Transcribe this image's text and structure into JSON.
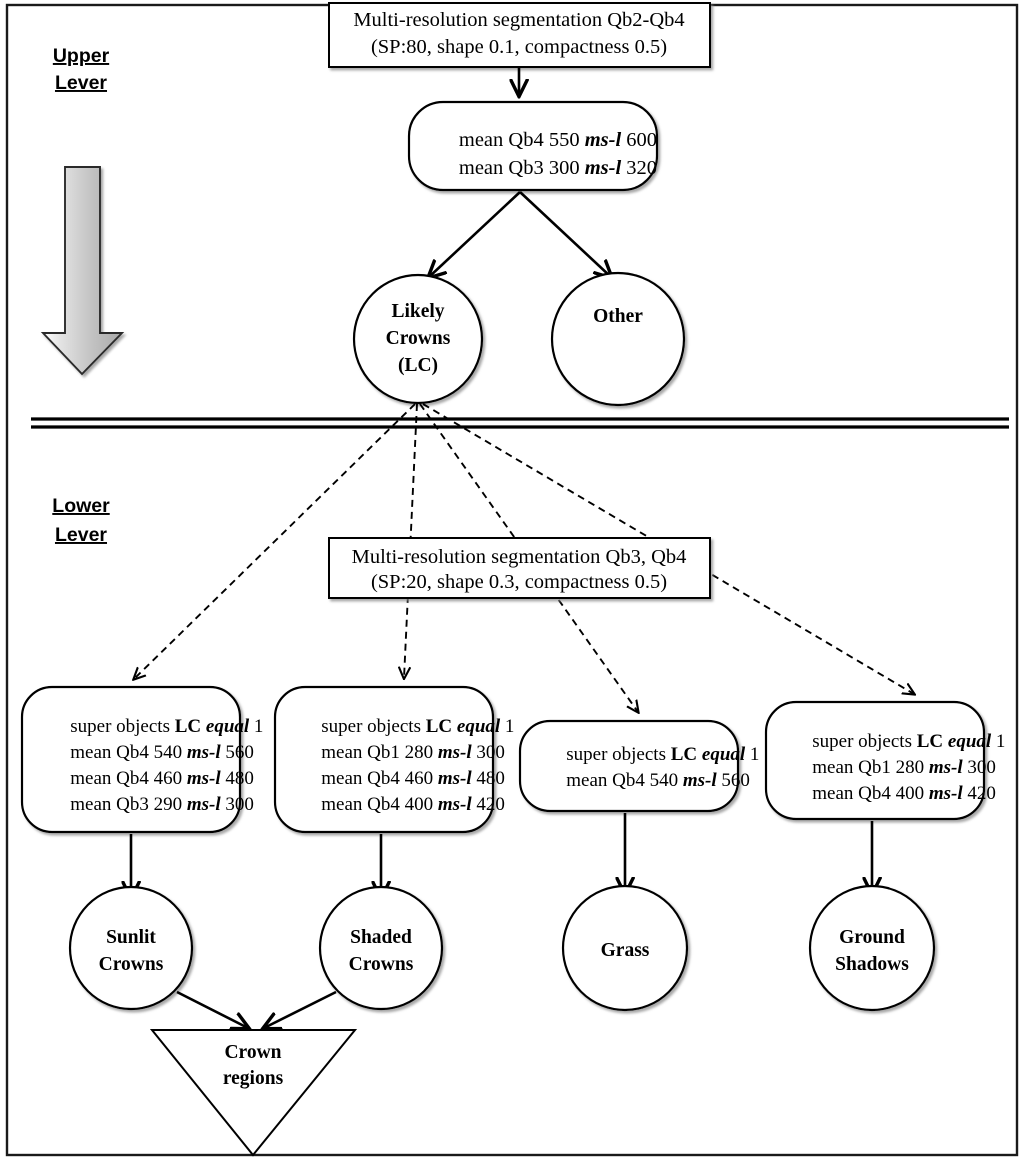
{
  "figure": {
    "type": "flowchart",
    "title_present": false,
    "levels": [
      {
        "id": "upper",
        "label_line1": "Upper",
        "label_line2": "Lever"
      },
      {
        "id": "lower",
        "label_line1": "Lower",
        "label_line2": "Lever"
      }
    ],
    "level_arrow": {
      "name": "downward-gradient-arrow",
      "direction": "down",
      "fill_top": "#f2f2f2",
      "fill_bottom": "#9a9a9a"
    }
  },
  "upper": {
    "segmentation_box": {
      "line1": "Multi-resolution segmentation Qb2-Qb4",
      "line2": "(SP:80, shape 0.1, compactness 0.5)"
    },
    "rule_box": {
      "rows": [
        {
          "pre": "mean Qb4 550 ",
          "em": "ms-l",
          "post": " 600"
        },
        {
          "pre": "mean Qb3 300 ",
          "em": "ms-l",
          "post": " 320"
        }
      ]
    },
    "classes": [
      {
        "id": "likely-crowns",
        "lines": [
          "Likely",
          "Crowns",
          "(LC)"
        ]
      },
      {
        "id": "other",
        "lines": [
          "Other"
        ]
      }
    ]
  },
  "lower": {
    "segmentation_box": {
      "line1": "Multi-resolution segmentation Qb3, Qb4",
      "line2": "(SP:20, shape 0.3, compactness 0.5)"
    },
    "rule_boxes": [
      {
        "id": "sunlit-rules",
        "rows": [
          {
            "pre": "super objects ",
            "strong": "LC",
            "emph": " equal",
            "post": " 1"
          },
          {
            "pre": "mean Qb4 540 ",
            "em": "ms-l",
            "post": " 560"
          },
          {
            "pre": "mean Qb4 460 ",
            "em": "ms-l",
            "post": " 480"
          },
          {
            "pre": "mean Qb3 290 ",
            "em": "ms-l",
            "post": " 300"
          }
        ]
      },
      {
        "id": "shaded-rules",
        "rows": [
          {
            "pre": "super objects ",
            "strong": "LC",
            "emph": " equal",
            "post": " 1"
          },
          {
            "pre": "mean Qb1 280 ",
            "em": "ms-l",
            "post": " 300"
          },
          {
            "pre": "mean Qb4 460 ",
            "em": "ms-l",
            "post": " 480"
          },
          {
            "pre": "mean Qb4 400 ",
            "em": "ms-l",
            "post": " 420"
          }
        ]
      },
      {
        "id": "grass-rules",
        "rows": [
          {
            "pre": "super objects ",
            "strong": "LC",
            "emph": " equal",
            "post": " 1"
          },
          {
            "pre": "mean Qb4 540 ",
            "em": "ms-l",
            "post": " 560"
          }
        ]
      },
      {
        "id": "ground-shadow-rules",
        "rows": [
          {
            "pre": "super objects ",
            "strong": "LC",
            "emph": " equal",
            "post": " 1"
          },
          {
            "pre": "mean Qb1 280 ",
            "em": "ms-l",
            "post": " 300"
          },
          {
            "pre": "mean Qb4 400 ",
            "em": "ms-l",
            "post": " 420"
          }
        ]
      }
    ],
    "classes": [
      {
        "id": "sunlit-crowns",
        "lines": [
          "Sunlit",
          "Crowns"
        ]
      },
      {
        "id": "shaded-crowns",
        "lines": [
          "Shaded",
          "Crowns"
        ]
      },
      {
        "id": "grass",
        "lines": [
          "Grass"
        ]
      },
      {
        "id": "ground-shadows",
        "lines": [
          "Ground",
          "Shadows"
        ]
      }
    ],
    "output": {
      "id": "crown-regions",
      "lines": [
        "Crown",
        "regions"
      ]
    }
  }
}
